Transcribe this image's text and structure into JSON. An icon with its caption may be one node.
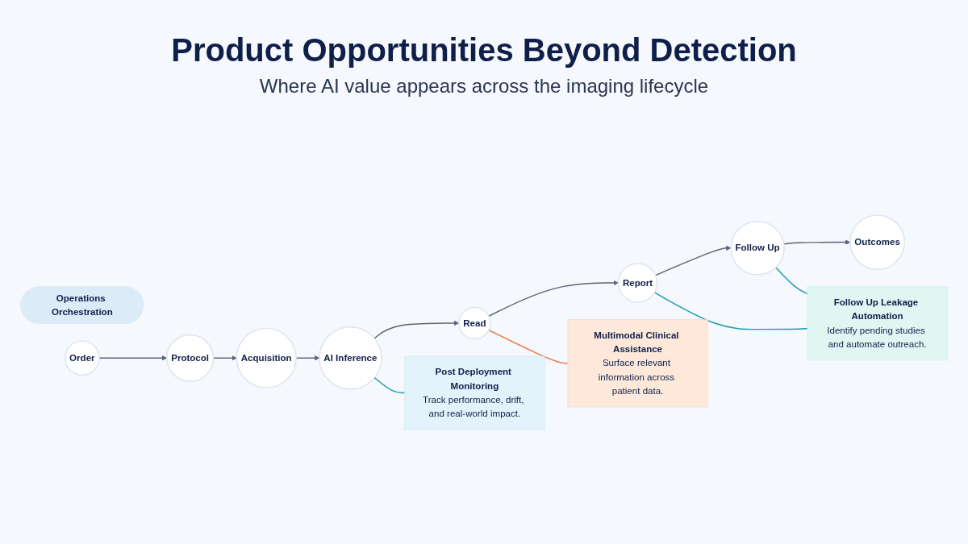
{
  "diagram": {
    "title": "Product Opportunities Beyond Detection",
    "caption": "Where AI value appears across the imaging lifecycle",
    "nodes": [
      {
        "text": [
          "Operations Orchestration"
        ]
      },
      {
        "text": [
          "Order"
        ]
      },
      {
        "text": [
          "Protocol"
        ]
      },
      {
        "text": [
          "Acquisition"
        ]
      },
      {
        "text": [
          "AI Inference"
        ]
      },
      {
        "text": [
          "Read"
        ]
      },
      {
        "text": [
          "Report"
        ]
      },
      {
        "text": [
          "Follow Up"
        ]
      },
      {
        "text": [
          "Outcomes"
        ]
      },
      {
        "text": [
          "Post Deployment Monitoring",
          "Track performance, drift, and real-world impact."
        ]
      },
      {
        "text": [
          "Multimodal Clinical Assistance",
          "Surface relevant information across patient data."
        ]
      },
      {
        "text": [
          "Follow Up Leakage Automation",
          "Identify pending studies and automate outreach."
        ]
      }
    ],
    "edges": [
      {
        "from": 1,
        "to": 2,
        "arrow": "to"
      },
      {
        "from": 2,
        "to": 3,
        "arrow": "to"
      },
      {
        "from": 3,
        "to": 4,
        "arrow": "to"
      },
      {
        "from": 4,
        "to": 5,
        "arrow": "to"
      },
      {
        "from": 5,
        "to": 6,
        "arrow": "to"
      },
      {
        "from": 6,
        "to": 7,
        "arrow": "to"
      },
      {
        "from": 7,
        "to": 8,
        "arrow": "to"
      },
      {
        "from": 4,
        "to": 9,
        "arrow": "none",
        "color": "#1a9bb5"
      },
      {
        "from": 5,
        "to": 10,
        "arrow": "none",
        "color": "#f07038"
      },
      {
        "from": 6,
        "to": 11,
        "arrow": "none",
        "color": "#1a9bb5"
      },
      {
        "from": 7,
        "to": 11,
        "arrow": "none",
        "color": "#1a9bb5"
      }
    ]
  }
}
